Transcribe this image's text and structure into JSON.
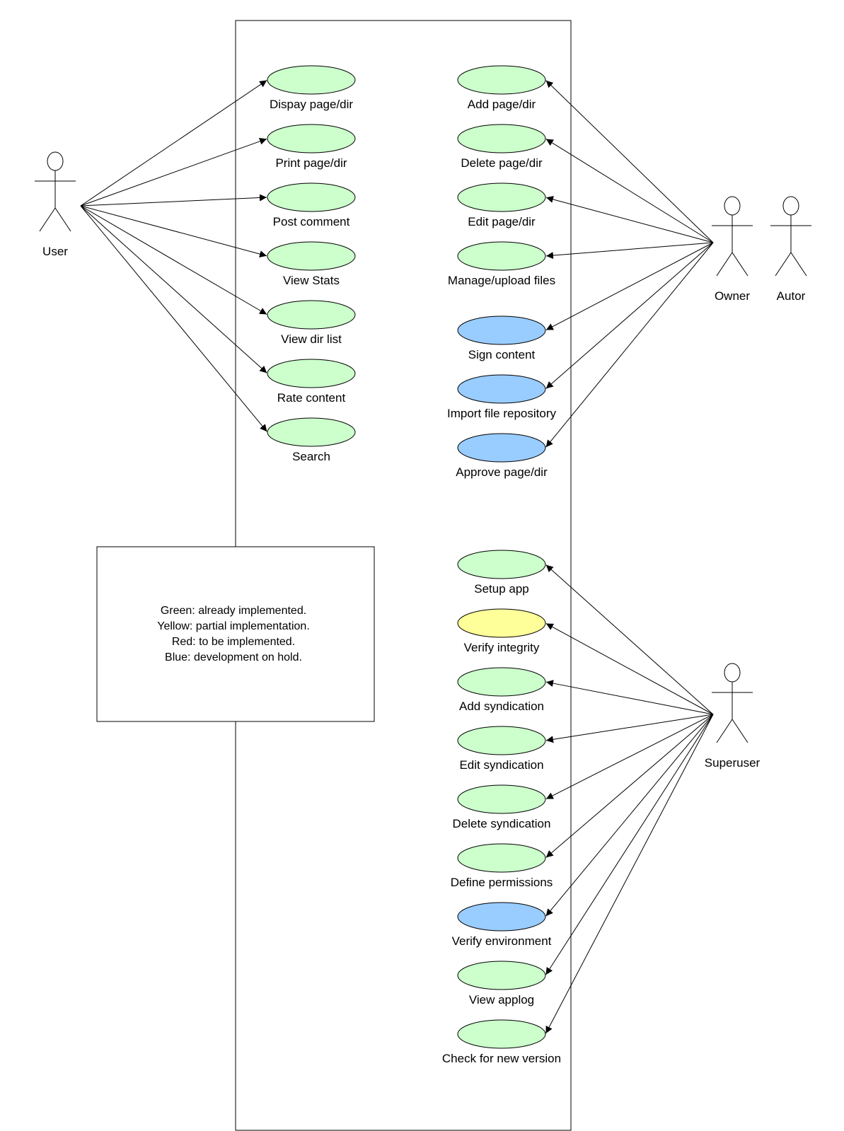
{
  "colors": {
    "implemented": "#ccffcc",
    "partial": "#ffff99",
    "todo": "#ff9999",
    "on_hold": "#99ccff"
  },
  "actors": [
    {
      "id": "user",
      "label": "User"
    },
    {
      "id": "owner",
      "label": "Owner"
    },
    {
      "id": "autor",
      "label": "Autor"
    },
    {
      "id": "superuser",
      "label": "Superuser"
    }
  ],
  "use_cases": {
    "user": [
      {
        "label": "Dispay page/dir",
        "status": "implemented"
      },
      {
        "label": "Print page/dir",
        "status": "implemented"
      },
      {
        "label": "Post comment",
        "status": "implemented"
      },
      {
        "label": "View Stats",
        "status": "implemented"
      },
      {
        "label": "View dir list",
        "status": "implemented"
      },
      {
        "label": "Rate content",
        "status": "implemented"
      },
      {
        "label": "Search",
        "status": "implemented"
      }
    ],
    "owner": [
      {
        "label": "Add page/dir",
        "status": "implemented"
      },
      {
        "label": "Delete page/dir",
        "status": "implemented"
      },
      {
        "label": "Edit page/dir",
        "status": "implemented"
      },
      {
        "label": "Manage/upload files",
        "status": "implemented"
      },
      {
        "label": "Sign content",
        "status": "on_hold"
      },
      {
        "label": "Import file repository",
        "status": "on_hold"
      },
      {
        "label": "Approve page/dir",
        "status": "on_hold"
      }
    ],
    "superuser": [
      {
        "label": "Setup app",
        "status": "implemented"
      },
      {
        "label": "Verify integrity",
        "status": "partial"
      },
      {
        "label": "Add syndication",
        "status": "implemented"
      },
      {
        "label": "Edit syndication",
        "status": "implemented"
      },
      {
        "label": "Delete syndication",
        "status": "implemented"
      },
      {
        "label": "Define permissions",
        "status": "implemented"
      },
      {
        "label": "Verify environment",
        "status": "on_hold"
      },
      {
        "label": "View applog",
        "status": "implemented"
      },
      {
        "label": "Check for new version",
        "status": "implemented"
      }
    ]
  },
  "legend": {
    "lines": [
      "Green: already implemented.",
      "Yellow: partial implementation.",
      "Red: to be implemented.",
      "Blue: development on hold."
    ]
  }
}
